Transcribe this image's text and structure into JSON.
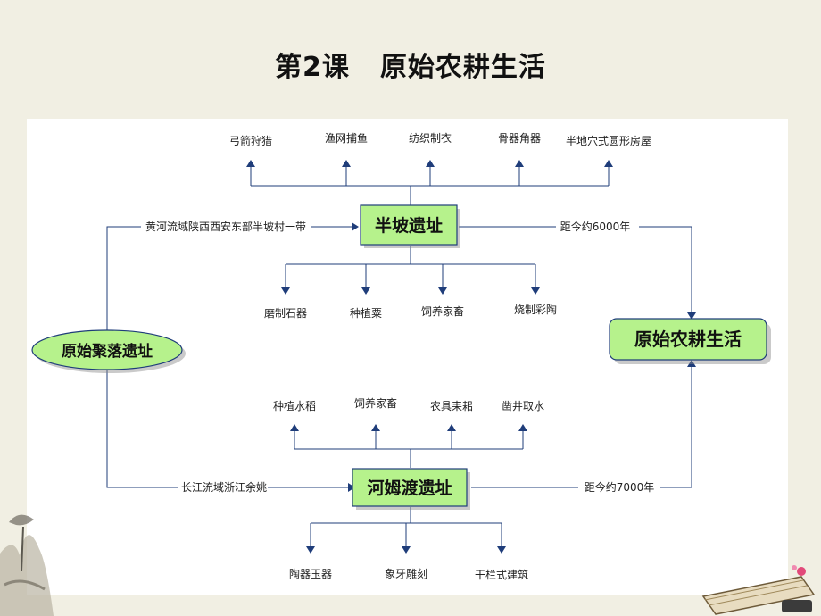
{
  "slide_title": {
    "part1": "第2课",
    "part2": "原始农耕生活"
  },
  "nodes": {
    "banpo": "半坡遗址",
    "hemudu": "河姆渡遗址",
    "settlements": "原始聚落遗址",
    "farming_life": "原始农耕生活"
  },
  "edge_labels": {
    "banpo_location": "黄河流域陕西西安东部半坡村一带",
    "banpo_age": "距今约6000年",
    "hemudu_location": "长江流域浙江余姚",
    "hemudu_age": "距今约7000年"
  },
  "banpo_top": [
    "弓箭狩猎",
    "渔网捕鱼",
    "纺织制衣",
    "骨器角器",
    "半地穴式圆形房屋"
  ],
  "banpo_bottom": [
    "磨制石器",
    "种植粟",
    "饲养家畜",
    "烧制彩陶"
  ],
  "hemudu_top": [
    "种植水稻",
    "饲养家畜",
    "农具耒耜",
    "凿井取水"
  ],
  "hemudu_bottom": [
    "陶器玉器",
    "象牙雕刻",
    "干栏式建筑"
  ],
  "colors": {
    "box_fill": "#b6f28c",
    "line": "#1f3d7a",
    "background": "#f1efe3"
  }
}
